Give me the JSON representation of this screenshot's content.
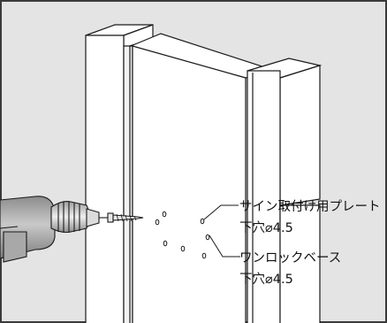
{
  "annotations": {
    "sign_plate": {
      "line1": "サイン取付け用プレート",
      "line2": "下穴⌀4.5"
    },
    "one_lock_base": {
      "line1": "ワンロックベース",
      "line2": "下穴⌀4.5"
    }
  },
  "colors": {
    "frame_border": "#3a3a3a",
    "panel_fill": "#ffffff",
    "wall_shade": "#e4e4e4",
    "drill_body": "#bdbdbd",
    "drill_chuck": "#d9d9d9",
    "line": "#1a1a1a"
  },
  "icons": {
    "drill": "drill-icon",
    "screw": "screw-icon",
    "pilot_hole": "pilot-hole-icon"
  }
}
